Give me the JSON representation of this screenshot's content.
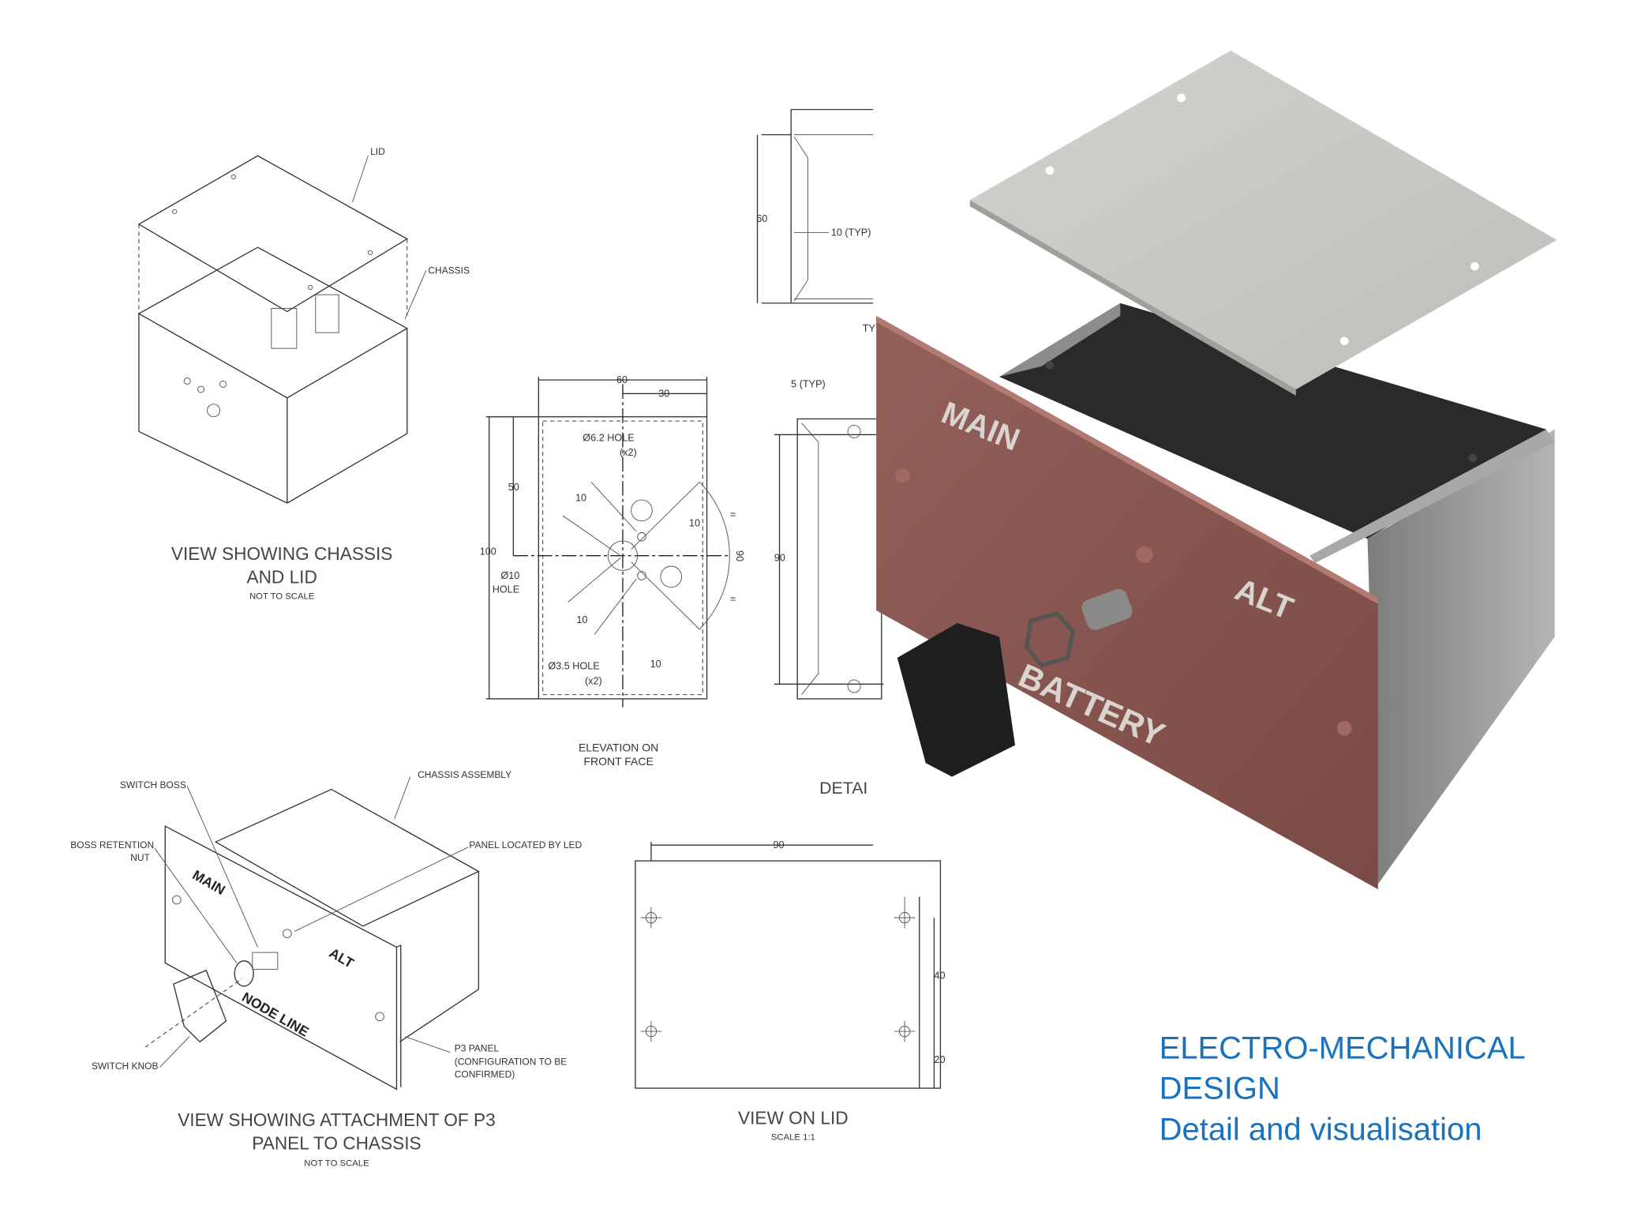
{
  "chassis_lid_view": {
    "callout_lid": "LID",
    "callout_chassis": "CHASSIS",
    "caption_line1": "VIEW SHOWING CHASSIS",
    "caption_line2": "AND LID",
    "scale_note": "NOT TO SCALE"
  },
  "side_section": {
    "dim_height": "60",
    "dim_lip": "10 (TYP)",
    "cut_label": "TY"
  },
  "front_elevation": {
    "dim_width": "60",
    "dim_half_width": "30",
    "dim_height": "100",
    "dim_center": "50",
    "hole_large": "Ø6.2 HOLE",
    "hole_large_qty": "(x2)",
    "hole_center": "Ø10",
    "hole_center_word": "HOLE",
    "hole_small": "Ø3.5 HOLE",
    "hole_small_qty": "(x2)",
    "dim_10_a": "10",
    "dim_10_b": "10",
    "dim_10_c": "10",
    "dim_10_d": "10",
    "dim_angle": "90",
    "equal_mark": "=",
    "caption_line1": "ELEVATION ON",
    "caption_line2": "FRONT FACE"
  },
  "detail_view": {
    "dim_flange": "5 (TYP)",
    "dim_height": "90",
    "caption": "DETAI"
  },
  "panel_attachment_view": {
    "callout_chassis_assembly": "CHASSIS ASSEMBLY",
    "callout_switch_boss": "SWITCH BOSS",
    "callout_boss_nut_line1": "BOSS RETENTION",
    "callout_boss_nut_line2": "NUT",
    "callout_led": "PANEL LOCATED BY LED",
    "callout_knob": "SWITCH KNOB",
    "callout_panel_line1": "P3 PANEL",
    "callout_panel_line2": "(CONFIGURATION TO BE",
    "callout_panel_line3": "CONFIRMED)",
    "panel_text_main": "MAIN",
    "panel_text_alt": "ALT",
    "panel_text_node": "NODE LINE",
    "caption_line1": "VIEW SHOWING ATTACHMENT OF P3",
    "caption_line2": "PANEL TO CHASSIS",
    "scale_note": "NOT TO SCALE"
  },
  "lid_view": {
    "dim_width": "90",
    "dim_hole_spacing": "40",
    "dim_hole_offset": "20",
    "caption": "VIEW ON LID",
    "scale_note": "SCALE 1:1"
  },
  "render": {
    "panel_text_main": "MAIN",
    "panel_text_alt": "ALT",
    "panel_text_battery": "BATTERY",
    "panel_color": "#8a5550",
    "lid_color": "#c9c9c6",
    "body_color": "#9a9a98"
  },
  "heading": {
    "line1": "ELECTRO-MECHANICAL",
    "line2": "DESIGN",
    "line3": "Detail and visualisation",
    "color": "#1a72bd"
  }
}
